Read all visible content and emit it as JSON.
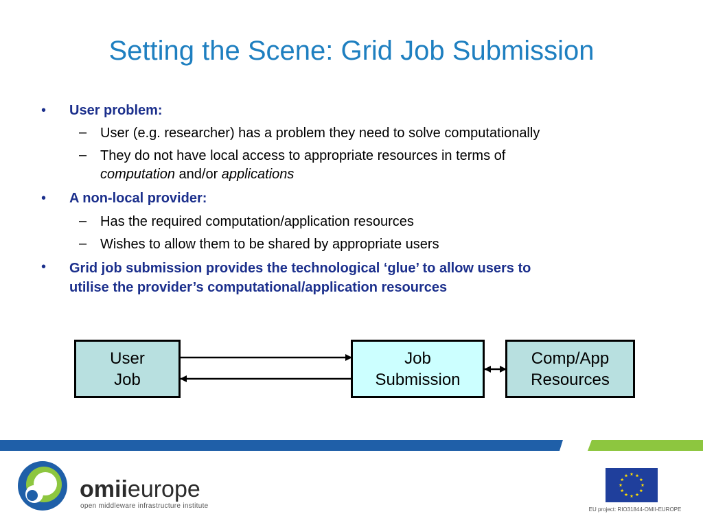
{
  "slide": {
    "title": "Setting the Scene: Grid Job Submission"
  },
  "bullets": {
    "bullet_char": "•",
    "dash_char": "–",
    "b1": {
      "heading": "User problem:",
      "sub1": "User (e.g. researcher) has a problem they need to solve computationally",
      "sub2_line1": "They do not have local access to appropriate resources in terms of",
      "sub2_em1": "computation",
      "sub2_mid": " and/or ",
      "sub2_em2": "applications"
    },
    "b2": {
      "heading": "A non-local provider:",
      "sub1": "Has the required computation/application resources",
      "sub2": "Wishes to allow them to be shared by appropriate users"
    },
    "b3": {
      "line1": "Grid job submission provides the technological ‘glue’ to allow users to",
      "line2": "utilise the provider’s computational/application resources"
    }
  },
  "diagram": {
    "user_job": {
      "line1": "User",
      "line2": "Job",
      "fill": "#b8e0e0"
    },
    "job_submission": {
      "line1": "Job",
      "line2": "Submission",
      "fill": "#ccffff"
    },
    "resources": {
      "line1": "Comp/App",
      "line2": "Resources",
      "fill": "#b8e0e0"
    }
  },
  "footer": {
    "band_color": "#1f5fa8",
    "accent_color": "#8dc63f",
    "logo_text_bold": "omii",
    "logo_text_regular": "europe",
    "logo_tagline": "open middleware infrastructure institute",
    "eu_label": "EU project: RIO31844-OMII-EUROPE"
  }
}
